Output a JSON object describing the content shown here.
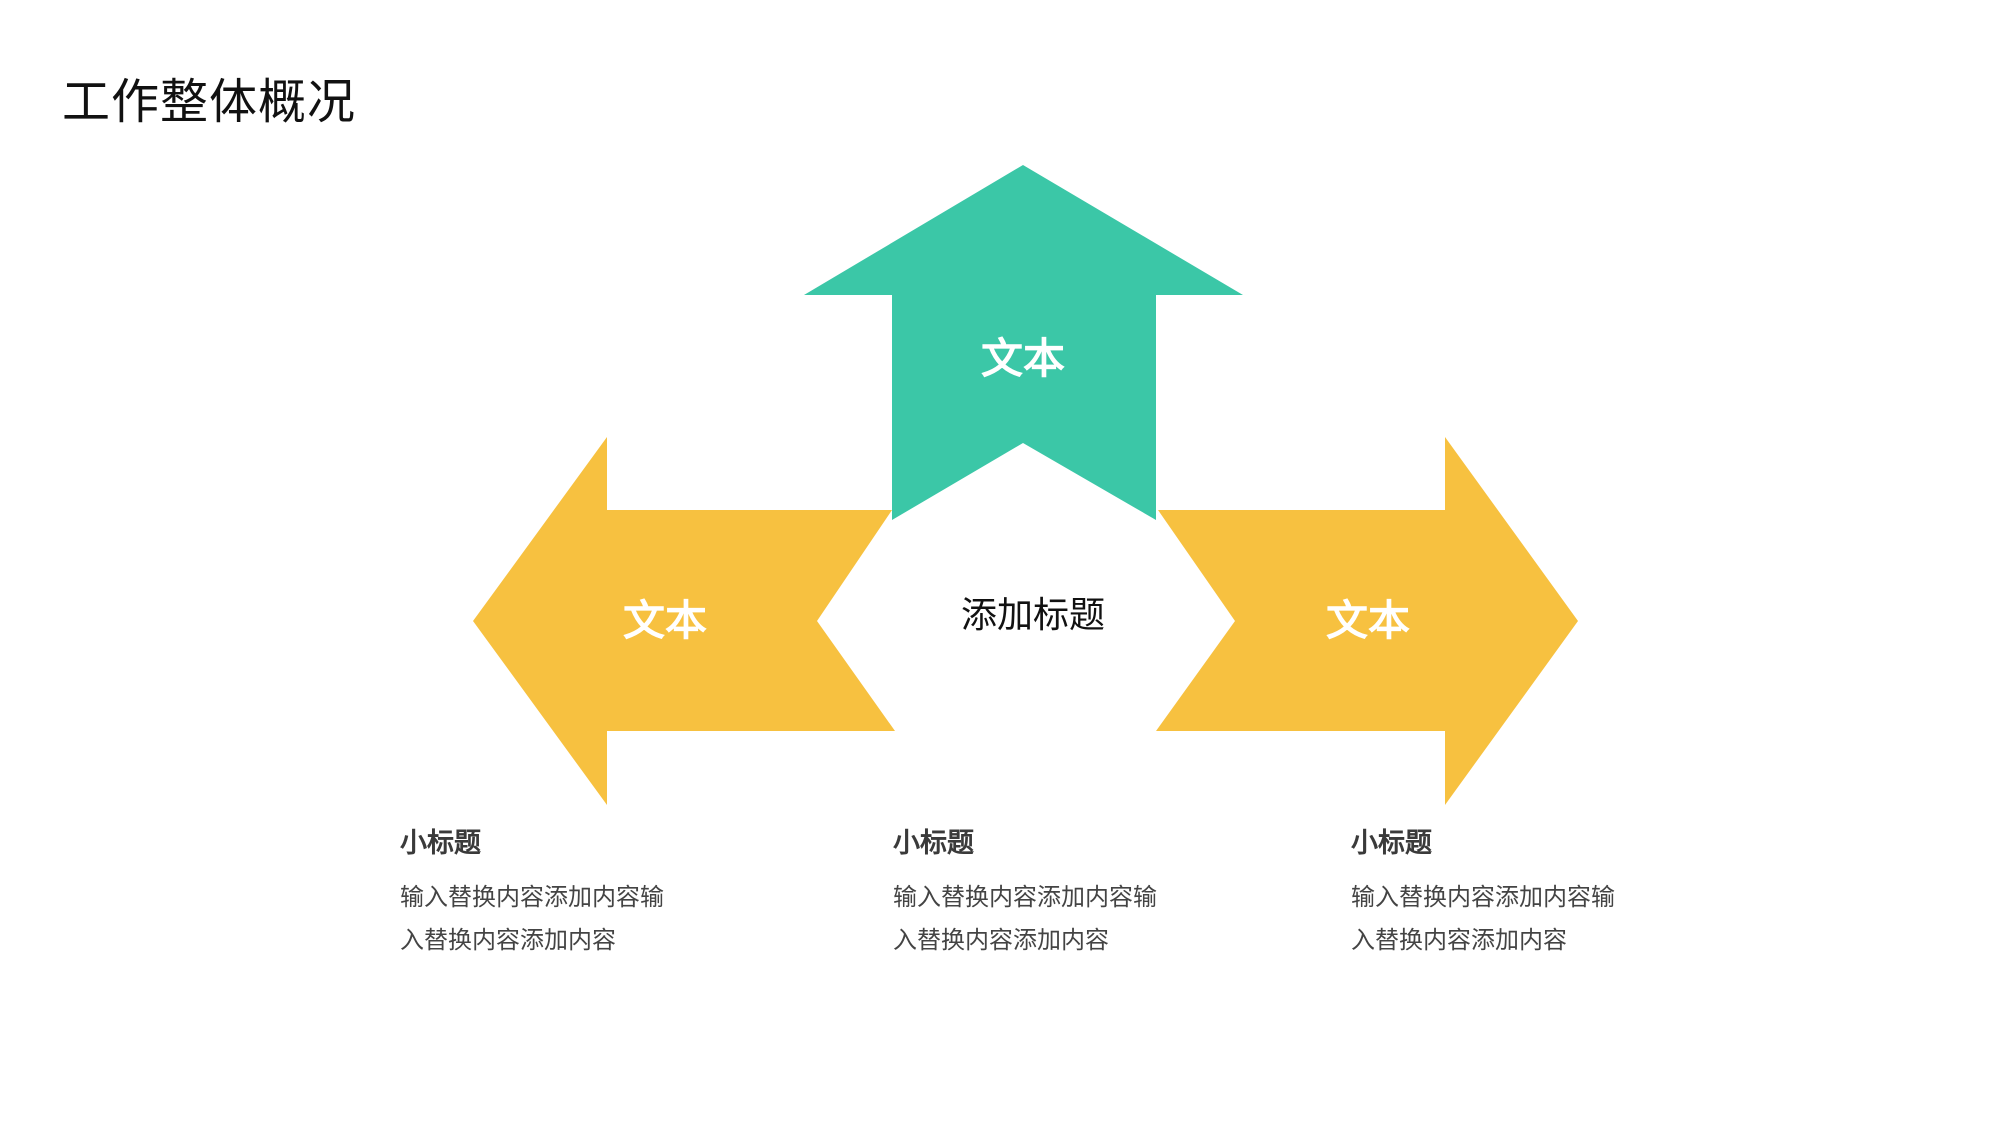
{
  "page": {
    "title": "工作整体概况"
  },
  "diagram": {
    "center_title": "添加标题",
    "arrows": [
      {
        "id": "up",
        "label": "文本",
        "color": "#3BC7A7"
      },
      {
        "id": "left",
        "label": "文本",
        "color": "#F7C140"
      },
      {
        "id": "right",
        "label": "文本",
        "color": "#F7C140"
      }
    ]
  },
  "descriptions": [
    {
      "heading": "小标题",
      "body": "输入替换内容添加内容输入替换内容添加内容"
    },
    {
      "heading": "小标题",
      "body": "输入替换内容添加内容输入替换内容添加内容"
    },
    {
      "heading": "小标题",
      "body": "输入替换内容添加内容输入替换内容添加内容"
    }
  ]
}
